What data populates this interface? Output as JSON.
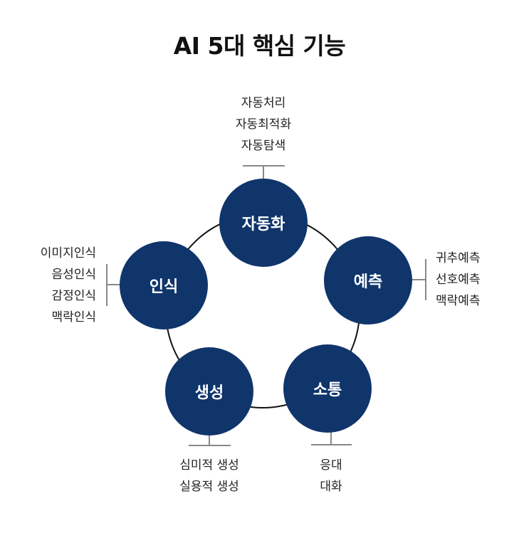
{
  "title": "AI 5대 핵심 기능",
  "colors": {
    "node": "#0f356b",
    "line": "#111111",
    "bracket": "#888888"
  },
  "nodes": [
    {
      "label": "자동화",
      "items": [
        "자동처리",
        "자동최적화",
        "자동탐색"
      ]
    },
    {
      "label": "예측",
      "items": [
        "귀추예측",
        "선호예측",
        "맥락예측"
      ]
    },
    {
      "label": "소통",
      "items": [
        "응대",
        "대화"
      ]
    },
    {
      "label": "생성",
      "items": [
        "심미적 생성",
        "실용적 생성"
      ]
    },
    {
      "label": "인식",
      "items": [
        "이미지인식",
        "음성인식",
        "감정인식",
        "맥락인식"
      ]
    }
  ]
}
